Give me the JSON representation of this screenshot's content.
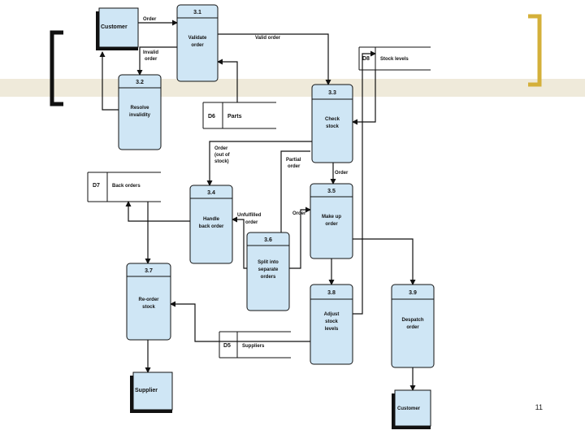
{
  "slide": {
    "page_number": "11"
  },
  "colors": {
    "process_fill": "#cfe6f5",
    "entity_fill": "#cfe6f5",
    "accent_gold": "#d4b03a",
    "band_beige": "#efeada",
    "line": "#111111"
  },
  "entities": {
    "customer_top": "Customer",
    "supplier": "Supplier",
    "customer_bottom": "Customer"
  },
  "processes": {
    "p31": {
      "id": "3.1",
      "name": [
        "Validate",
        "order"
      ]
    },
    "p32": {
      "id": "3.2",
      "name": [
        "Resolve",
        "invalidity"
      ]
    },
    "p33": {
      "id": "3.3",
      "name": [
        "Check",
        "stock"
      ]
    },
    "p34": {
      "id": "3.4",
      "name": [
        "Handle",
        "back order"
      ]
    },
    "p35": {
      "id": "3.5",
      "name": [
        "Make up",
        "order"
      ]
    },
    "p36": {
      "id": "3.6",
      "name": [
        "Split into",
        "separate",
        "orders"
      ]
    },
    "p37": {
      "id": "3.7",
      "name": [
        "Re-order",
        "stock"
      ]
    },
    "p38": {
      "id": "3.8",
      "name": [
        "Adjust",
        "stock",
        "levels"
      ]
    },
    "p39": {
      "id": "3.9",
      "name": [
        "Despatch",
        "order"
      ]
    }
  },
  "stores": {
    "d8_stock": {
      "code": "D8",
      "name": "Stock levels"
    },
    "d6_parts": {
      "code": "D6",
      "name": "Parts"
    },
    "d7_back": {
      "code": "D7",
      "name": "Back orders"
    },
    "d5_suppliers": {
      "code": "D5",
      "name": "Suppliers"
    }
  },
  "flows": {
    "order_top": "Order",
    "invalid_order": [
      "Invalid",
      "order"
    ],
    "valid_order": "Valid order",
    "order_out_of_stock": [
      "Order",
      "(out of",
      "stock)"
    ],
    "partial_order": [
      "Partial",
      "order"
    ],
    "order_right": "Order",
    "unfulfilled_order": [
      "Unfulfilled",
      "order"
    ],
    "order_mid": "Order"
  }
}
